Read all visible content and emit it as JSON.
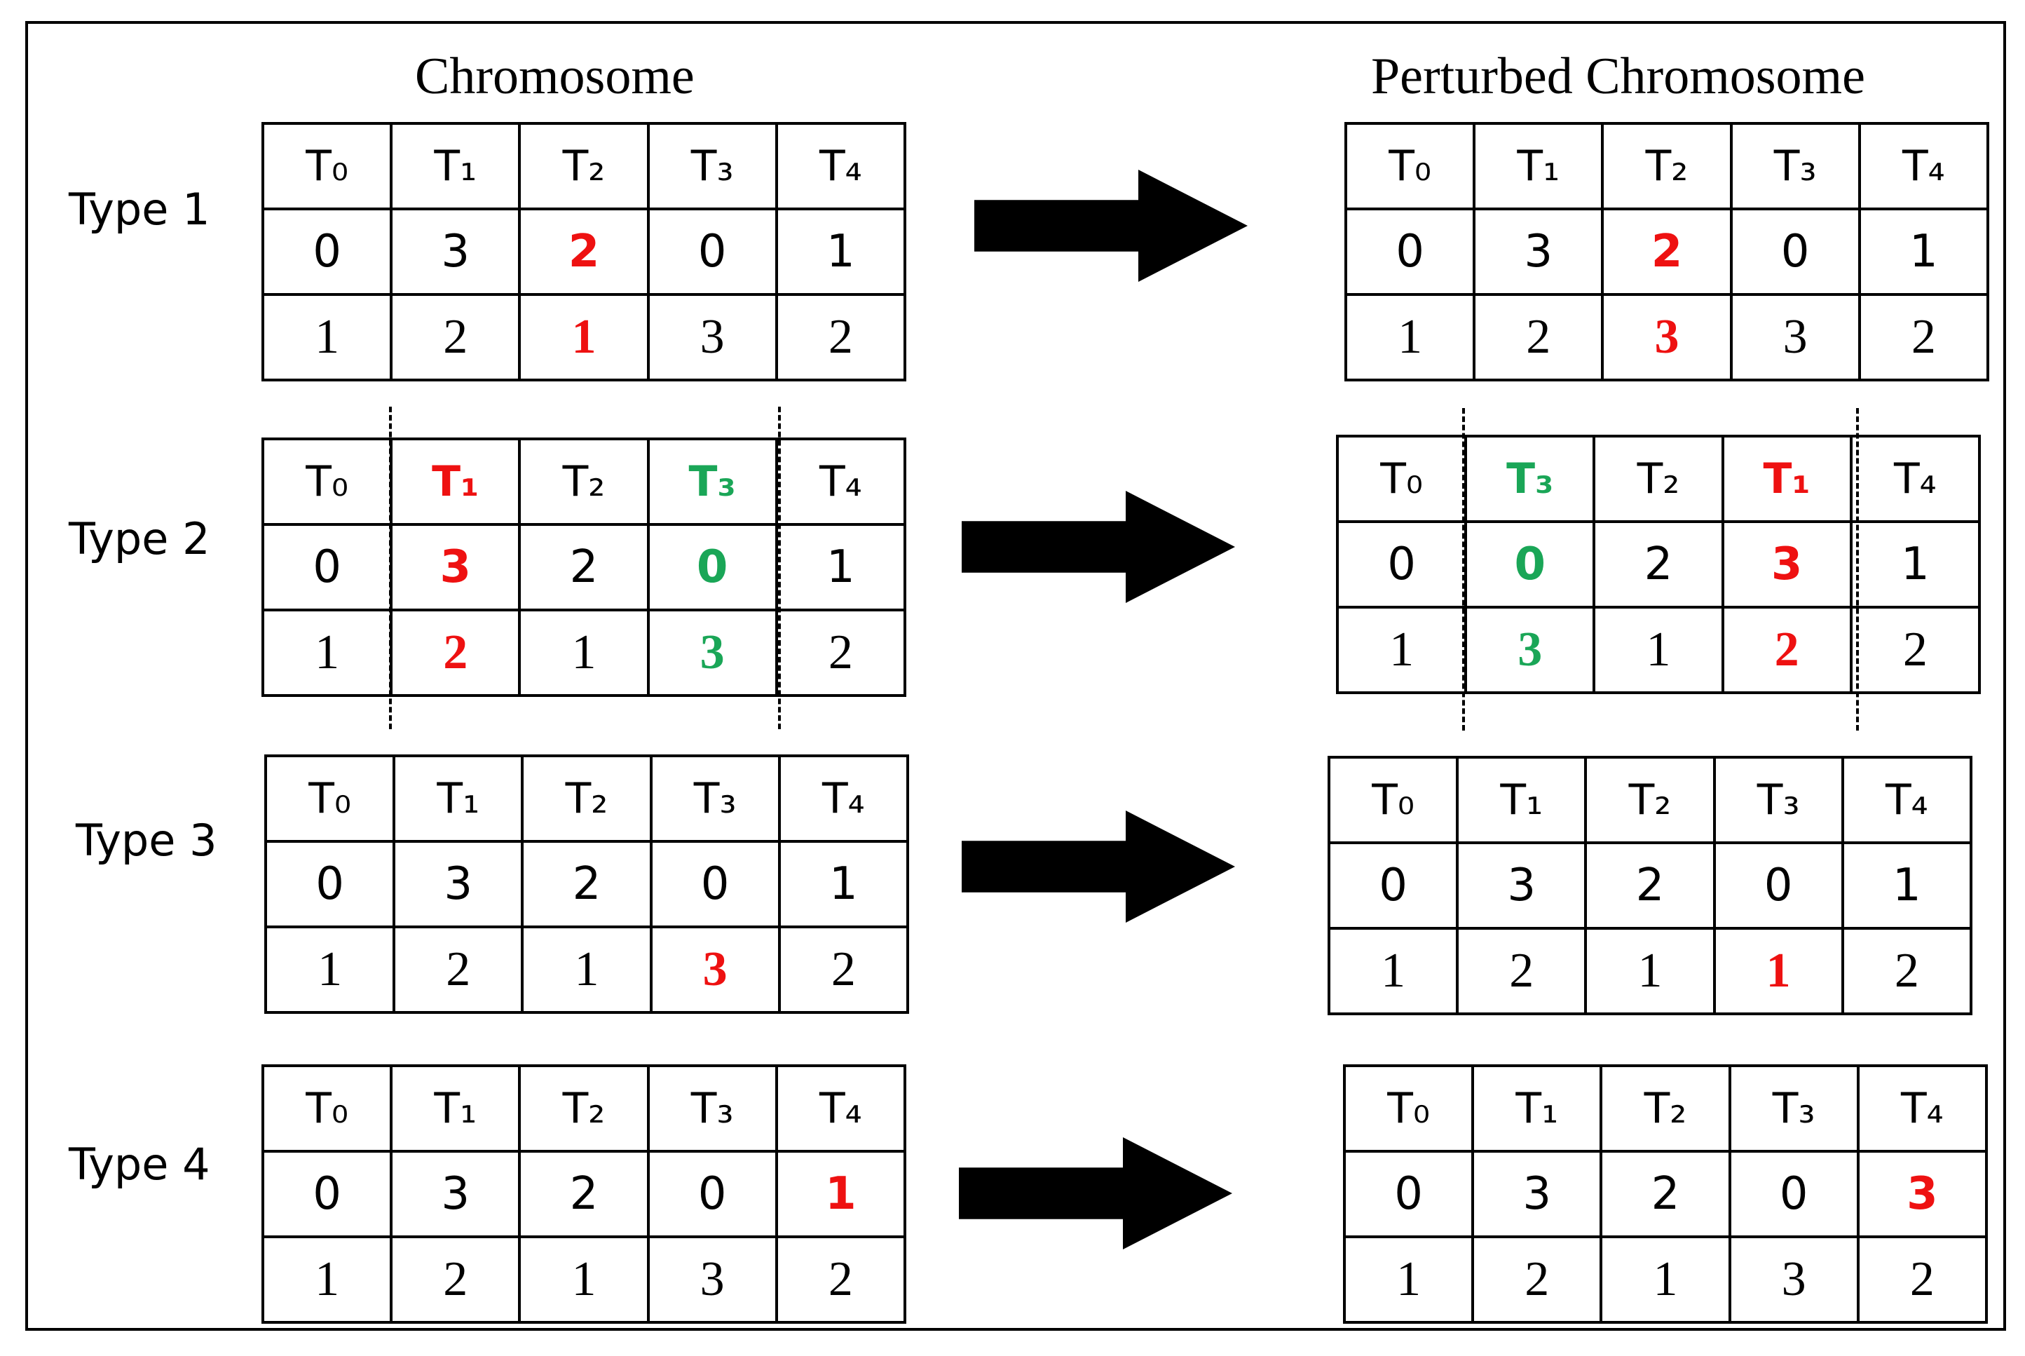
{
  "headings": {
    "left": "Chromosome",
    "right": "Perturbed Chromosome"
  },
  "colors": {
    "highlight_red": "#ee1111",
    "highlight_green": "#1aa657",
    "line": "#000000"
  },
  "rows": [
    {
      "label": "Type 1",
      "original": {
        "headers": [
          {
            "text": "T₀",
            "hl": ""
          },
          {
            "text": "T₁",
            "hl": ""
          },
          {
            "text": "T₂",
            "hl": ""
          },
          {
            "text": "T₃",
            "hl": ""
          },
          {
            "text": "T₄",
            "hl": ""
          }
        ],
        "row1": [
          {
            "text": "0",
            "hl": ""
          },
          {
            "text": "3",
            "hl": ""
          },
          {
            "text": "2",
            "hl": "red"
          },
          {
            "text": "0",
            "hl": ""
          },
          {
            "text": "1",
            "hl": ""
          }
        ],
        "row2": [
          {
            "text": "1",
            "hl": ""
          },
          {
            "text": "2",
            "hl": ""
          },
          {
            "text": "1",
            "hl": "red"
          },
          {
            "text": "3",
            "hl": ""
          },
          {
            "text": "2",
            "hl": ""
          }
        ]
      },
      "perturbed": {
        "headers": [
          {
            "text": "T₀",
            "hl": ""
          },
          {
            "text": "T₁",
            "hl": ""
          },
          {
            "text": "T₂",
            "hl": ""
          },
          {
            "text": "T₃",
            "hl": ""
          },
          {
            "text": "T₄",
            "hl": ""
          }
        ],
        "row1": [
          {
            "text": "0",
            "hl": ""
          },
          {
            "text": "3",
            "hl": ""
          },
          {
            "text": "2",
            "hl": "red"
          },
          {
            "text": "0",
            "hl": ""
          },
          {
            "text": "1",
            "hl": ""
          }
        ],
        "row2": [
          {
            "text": "1",
            "hl": ""
          },
          {
            "text": "2",
            "hl": ""
          },
          {
            "text": "3",
            "hl": "red"
          },
          {
            "text": "3",
            "hl": ""
          },
          {
            "text": "2",
            "hl": ""
          }
        ]
      }
    },
    {
      "label": "Type 2",
      "original": {
        "headers": [
          {
            "text": "T₀",
            "hl": ""
          },
          {
            "text": "T₁",
            "hl": "red"
          },
          {
            "text": "T₂",
            "hl": ""
          },
          {
            "text": "T₃",
            "hl": "green"
          },
          {
            "text": "T₄",
            "hl": ""
          }
        ],
        "row1": [
          {
            "text": "0",
            "hl": ""
          },
          {
            "text": "3",
            "hl": "red"
          },
          {
            "text": "2",
            "hl": ""
          },
          {
            "text": "0",
            "hl": "green"
          },
          {
            "text": "1",
            "hl": ""
          }
        ],
        "row2": [
          {
            "text": "1",
            "hl": ""
          },
          {
            "text": "2",
            "hl": "red"
          },
          {
            "text": "1",
            "hl": ""
          },
          {
            "text": "3",
            "hl": "green"
          },
          {
            "text": "2",
            "hl": ""
          }
        ]
      },
      "perturbed": {
        "headers": [
          {
            "text": "T₀",
            "hl": ""
          },
          {
            "text": "T₃",
            "hl": "green"
          },
          {
            "text": "T₂",
            "hl": ""
          },
          {
            "text": "T₁",
            "hl": "red"
          },
          {
            "text": "T₄",
            "hl": ""
          }
        ],
        "row1": [
          {
            "text": "0",
            "hl": ""
          },
          {
            "text": "0",
            "hl": "green"
          },
          {
            "text": "2",
            "hl": ""
          },
          {
            "text": "3",
            "hl": "red"
          },
          {
            "text": "1",
            "hl": ""
          }
        ],
        "row2": [
          {
            "text": "1",
            "hl": ""
          },
          {
            "text": "3",
            "hl": "green"
          },
          {
            "text": "1",
            "hl": ""
          },
          {
            "text": "2",
            "hl": "red"
          },
          {
            "text": "2",
            "hl": ""
          }
        ]
      }
    },
    {
      "label": "Type 3",
      "original": {
        "headers": [
          {
            "text": "T₀",
            "hl": ""
          },
          {
            "text": "T₁",
            "hl": ""
          },
          {
            "text": "T₂",
            "hl": ""
          },
          {
            "text": "T₃",
            "hl": ""
          },
          {
            "text": "T₄",
            "hl": ""
          }
        ],
        "row1": [
          {
            "text": "0",
            "hl": ""
          },
          {
            "text": "3",
            "hl": ""
          },
          {
            "text": "2",
            "hl": ""
          },
          {
            "text": "0",
            "hl": ""
          },
          {
            "text": "1",
            "hl": ""
          }
        ],
        "row2": [
          {
            "text": "1",
            "hl": ""
          },
          {
            "text": "2",
            "hl": ""
          },
          {
            "text": "1",
            "hl": ""
          },
          {
            "text": "3",
            "hl": "red"
          },
          {
            "text": "2",
            "hl": ""
          }
        ]
      },
      "perturbed": {
        "headers": [
          {
            "text": "T₀",
            "hl": ""
          },
          {
            "text": "T₁",
            "hl": ""
          },
          {
            "text": "T₂",
            "hl": ""
          },
          {
            "text": "T₃",
            "hl": ""
          },
          {
            "text": "T₄",
            "hl": ""
          }
        ],
        "row1": [
          {
            "text": "0",
            "hl": ""
          },
          {
            "text": "3",
            "hl": ""
          },
          {
            "text": "2",
            "hl": ""
          },
          {
            "text": "0",
            "hl": ""
          },
          {
            "text": "1",
            "hl": ""
          }
        ],
        "row2": [
          {
            "text": "1",
            "hl": ""
          },
          {
            "text": "2",
            "hl": ""
          },
          {
            "text": "1",
            "hl": ""
          },
          {
            "text": "1",
            "hl": "red"
          },
          {
            "text": "2",
            "hl": ""
          }
        ]
      }
    },
    {
      "label": "Type 4",
      "original": {
        "headers": [
          {
            "text": "T₀",
            "hl": ""
          },
          {
            "text": "T₁",
            "hl": ""
          },
          {
            "text": "T₂",
            "hl": ""
          },
          {
            "text": "T₃",
            "hl": ""
          },
          {
            "text": "T₄",
            "hl": ""
          }
        ],
        "row1": [
          {
            "text": "0",
            "hl": ""
          },
          {
            "text": "3",
            "hl": ""
          },
          {
            "text": "2",
            "hl": ""
          },
          {
            "text": "0",
            "hl": ""
          },
          {
            "text": "1",
            "hl": "red"
          }
        ],
        "row2": [
          {
            "text": "1",
            "hl": ""
          },
          {
            "text": "2",
            "hl": ""
          },
          {
            "text": "1",
            "hl": ""
          },
          {
            "text": "3",
            "hl": ""
          },
          {
            "text": "2",
            "hl": ""
          }
        ]
      },
      "perturbed": {
        "headers": [
          {
            "text": "T₀",
            "hl": ""
          },
          {
            "text": "T₁",
            "hl": ""
          },
          {
            "text": "T₂",
            "hl": ""
          },
          {
            "text": "T₃",
            "hl": ""
          },
          {
            "text": "T₄",
            "hl": ""
          }
        ],
        "row1": [
          {
            "text": "0",
            "hl": ""
          },
          {
            "text": "3",
            "hl": ""
          },
          {
            "text": "2",
            "hl": ""
          },
          {
            "text": "0",
            "hl": ""
          },
          {
            "text": "3",
            "hl": "red"
          }
        ],
        "row2": [
          {
            "text": "1",
            "hl": ""
          },
          {
            "text": "2",
            "hl": ""
          },
          {
            "text": "1",
            "hl": ""
          },
          {
            "text": "3",
            "hl": ""
          },
          {
            "text": "2",
            "hl": ""
          }
        ]
      }
    }
  ]
}
